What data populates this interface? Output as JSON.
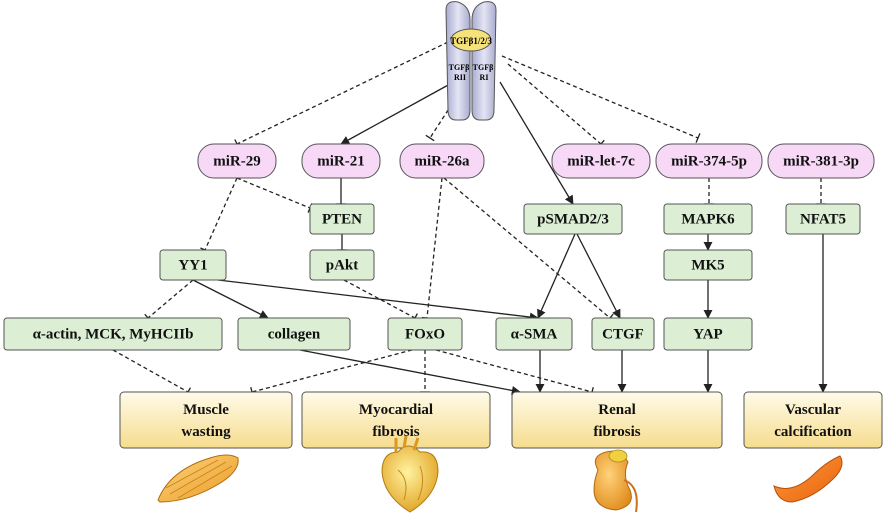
{
  "receptor": {
    "ligand": "TGFβ1/2/3",
    "left_chain": "TGFβ RII",
    "right_chain": "TGFβ RI"
  },
  "mirnas": [
    {
      "id": "mir29",
      "label": "miR-29"
    },
    {
      "id": "mir21",
      "label": "miR-21"
    },
    {
      "id": "mir26a",
      "label": "miR-26a"
    },
    {
      "id": "mirlet7c",
      "label": "miR-let-7c"
    },
    {
      "id": "mir374",
      "label": "miR-374-5p"
    },
    {
      "id": "mir381",
      "label": "miR-381-3p"
    }
  ],
  "targets": [
    {
      "id": "pten",
      "label": "PTEN"
    },
    {
      "id": "psmad",
      "label": "pSMAD2/3"
    },
    {
      "id": "mapk6",
      "label": "MAPK6"
    },
    {
      "id": "nfat5",
      "label": "NFAT5"
    },
    {
      "id": "yy1",
      "label": "YY1"
    },
    {
      "id": "pakt",
      "label": "pAkt"
    },
    {
      "id": "mk5",
      "label": "MK5"
    },
    {
      "id": "actin",
      "label": "α-actin, MCK, MyHCIIb"
    },
    {
      "id": "collagen",
      "label": "collagen"
    },
    {
      "id": "foxo",
      "label": "FOxO"
    },
    {
      "id": "asma",
      "label": "α-SMA"
    },
    {
      "id": "ctgf",
      "label": "CTGF"
    },
    {
      "id": "yap",
      "label": "YAP"
    }
  ],
  "outcomes": [
    {
      "id": "muscle",
      "lines": [
        "Muscle",
        "wasting"
      ]
    },
    {
      "id": "myocardial",
      "lines": [
        "Myocardial",
        "fibrosis"
      ]
    },
    {
      "id": "renal",
      "lines": [
        "Renal",
        "fibrosis"
      ]
    },
    {
      "id": "vascular",
      "lines": [
        "Vascular",
        "calcification"
      ]
    }
  ],
  "illustrations": [
    "muscle-illustration",
    "heart-illustration",
    "kidney-illustration",
    "vessel-illustration"
  ],
  "colors": {
    "mirna_fill": "#f7d9f7",
    "target_fill": "#dcefd4",
    "outcome_fill_top": "#fffbe9",
    "outcome_fill_bottom": "#f6dc8e",
    "receptor_fill": "#c9cbe4",
    "ligand_fill": "#f5e27a"
  },
  "edges": [
    {
      "from": "receptor",
      "to": "mir29",
      "style": "dashed",
      "head": "inhibit"
    },
    {
      "from": "receptor",
      "to": "mir21",
      "style": "solid",
      "head": "arrow"
    },
    {
      "from": "receptor",
      "to": "mir26a",
      "style": "dashed",
      "head": "inhibit"
    },
    {
      "from": "receptor",
      "to": "psmad",
      "style": "solid",
      "head": "arrow"
    },
    {
      "from": "receptor",
      "to": "mirlet7c",
      "style": "dashed",
      "head": "inhibit"
    },
    {
      "from": "receptor",
      "to": "mir374",
      "style": "dashed",
      "head": "inhibit"
    },
    {
      "from": "mir29",
      "to": "pten",
      "style": "dashed",
      "head": "inhibit"
    },
    {
      "from": "mir29",
      "to": "yy1",
      "style": "dashed",
      "head": "inhibit"
    },
    {
      "from": "mir21",
      "to": "pten",
      "style": "solid",
      "head": "inhibit"
    },
    {
      "from": "pten",
      "to": "pakt",
      "style": "solid",
      "head": "inhibit"
    },
    {
      "from": "pakt",
      "to": "foxo",
      "style": "dashed",
      "head": "inhibit"
    },
    {
      "from": "mir26a",
      "to": "foxo",
      "style": "dashed",
      "head": "inhibit"
    },
    {
      "from": "mir26a",
      "to": "ctgf",
      "style": "dashed",
      "head": "inhibit"
    },
    {
      "from": "mir374",
      "to": "mapk6",
      "style": "dashed",
      "head": "inhibit"
    },
    {
      "from": "mapk6",
      "to": "mk5",
      "style": "solid",
      "head": "arrow"
    },
    {
      "from": "mk5",
      "to": "yap",
      "style": "solid",
      "head": "arrow"
    },
    {
      "from": "mir381",
      "to": "nfat5",
      "style": "dashed",
      "head": "inhibit"
    },
    {
      "from": "psmad",
      "to": "asma",
      "style": "solid",
      "head": "arrow"
    },
    {
      "from": "psmad",
      "to": "ctgf",
      "style": "solid",
      "head": "arrow"
    },
    {
      "from": "yy1",
      "to": "actin",
      "style": "dashed",
      "head": "inhibit"
    },
    {
      "from": "yy1",
      "to": "collagen",
      "style": "solid",
      "head": "arrow"
    },
    {
      "from": "yy1",
      "to": "asma",
      "style": "solid",
      "head": "arrow"
    },
    {
      "from": "actin",
      "to": "muscle",
      "style": "dashed",
      "head": "inhibit"
    },
    {
      "from": "foxo",
      "to": "muscle",
      "style": "dashed",
      "head": "inhibit"
    },
    {
      "from": "foxo",
      "to": "myocardial",
      "style": "dashed",
      "head": "inhibit"
    },
    {
      "from": "foxo",
      "to": "renal",
      "style": "dashed",
      "head": "inhibit"
    },
    {
      "from": "collagen",
      "to": "renal",
      "style": "solid",
      "head": "arrow"
    },
    {
      "from": "asma",
      "to": "renal",
      "style": "solid",
      "head": "arrow"
    },
    {
      "from": "ctgf",
      "to": "renal",
      "style": "solid",
      "head": "arrow"
    },
    {
      "from": "yap",
      "to": "renal",
      "style": "solid",
      "head": "arrow"
    },
    {
      "from": "nfat5",
      "to": "vascular",
      "style": "solid",
      "head": "arrow"
    }
  ]
}
